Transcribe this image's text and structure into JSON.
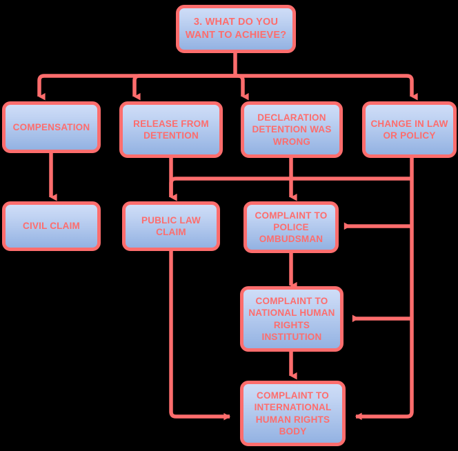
{
  "diagram": {
    "title": "3. WHAT DO YOU WANT TO ACHIEVE?",
    "background_color": "#000000",
    "node_border_color": "#fd6d6d",
    "node_text_color": "#fd6d6d",
    "node_fill_top": "#cfddf7",
    "node_fill_bottom": "#93b2e2",
    "connector_color": "#fd6d6d"
  },
  "nodes": {
    "root": {
      "label": "3. WHAT DO YOU WANT TO ACHIEVE?"
    },
    "compensation": {
      "label": "COMPENSATION"
    },
    "release_from_detention": {
      "label": "RELEASE FROM DETENTION"
    },
    "declaration_detention_was_wrong": {
      "label": "DECLARATION DETENTION WAS WRONG"
    },
    "change_in_law_or_policy": {
      "label": "CHANGE IN LAW OR POLICY"
    },
    "civil_claim": {
      "label": "CIVIL CLAIM"
    },
    "public_law_claim": {
      "label": "PUBLIC LAW CLAIM"
    },
    "complaint_to_police_ombudsman": {
      "label": "COMPLAINT TO POLICE OMBUDSMAN"
    },
    "complaint_to_national_human_rights_institution": {
      "label": "COMPLAINT TO NATIONAL HUMAN RIGHTS INSTITUTION"
    },
    "complaint_to_international_human_rights_body": {
      "label": "COMPLAINT TO INTERNATIONAL HUMAN RIGHTS BODY"
    }
  },
  "edges": [
    {
      "from": "root",
      "to": "compensation"
    },
    {
      "from": "root",
      "to": "release_from_detention"
    },
    {
      "from": "root",
      "to": "declaration_detention_was_wrong"
    },
    {
      "from": "root",
      "to": "change_in_law_or_policy"
    },
    {
      "from": "compensation",
      "to": "civil_claim"
    },
    {
      "from": "release_from_detention",
      "to": "public_law_claim"
    },
    {
      "from": "declaration_detention_was_wrong",
      "to": "complaint_to_police_ombudsman"
    },
    {
      "from": "declaration_detention_was_wrong",
      "to": "public_law_claim"
    },
    {
      "from": "change_in_law_or_policy",
      "to": "complaint_to_police_ombudsman"
    },
    {
      "from": "change_in_law_or_policy",
      "to": "complaint_to_national_human_rights_institution"
    },
    {
      "from": "change_in_law_or_policy",
      "to": "complaint_to_international_human_rights_body"
    },
    {
      "from": "complaint_to_police_ombudsman",
      "to": "complaint_to_national_human_rights_institution"
    },
    {
      "from": "complaint_to_national_human_rights_institution",
      "to": "complaint_to_international_human_rights_body"
    },
    {
      "from": "public_law_claim",
      "to": "complaint_to_international_human_rights_body"
    }
  ]
}
